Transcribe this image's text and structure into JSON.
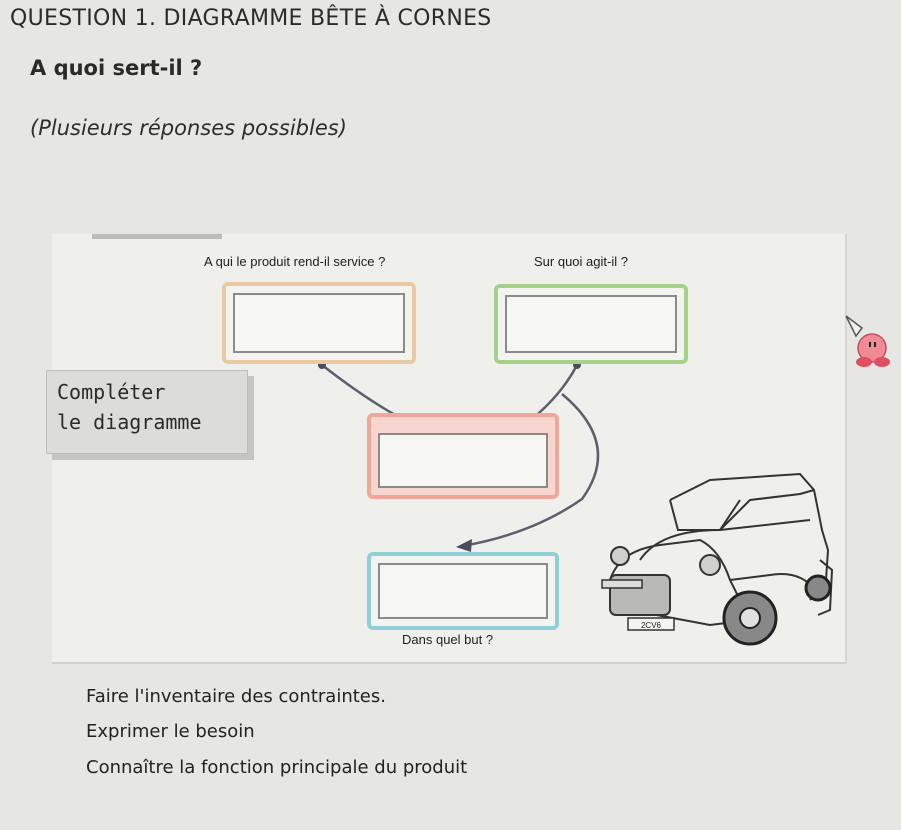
{
  "header": {
    "title": "QUESTION 1. DIAGRAMME BÊTE À CORNES",
    "question": "A quoi sert-il ?",
    "hint": "(Plusieurs réponses possibles)"
  },
  "diagram": {
    "label_who": "A qui le produit rend-il service ?",
    "label_what": "Sur quoi agit-il ?",
    "label_goal": "Dans quel but ?",
    "sticker_line1": "Compléter",
    "sticker_line2": "le diagramme",
    "car_plate": "2CV6"
  },
  "answers": [
    "Faire l'inventaire des contraintes.",
    "Exprimer le besoin",
    "Connaître la fonction principale du produit"
  ]
}
